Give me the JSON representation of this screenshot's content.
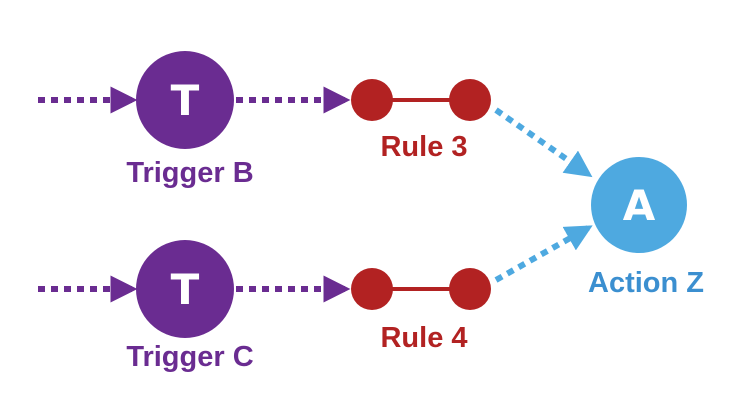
{
  "colors": {
    "trigger": "#6a2c91",
    "rule": "#b22222",
    "action": "#4ea9e0",
    "action_label": "#3b8fd0",
    "glyph": "#ffffff"
  },
  "triggers": [
    {
      "letter": "T",
      "label": "Trigger B"
    },
    {
      "letter": "T",
      "label": "Trigger C"
    }
  ],
  "rules": [
    {
      "label": "Rule 3"
    },
    {
      "label": "Rule 4"
    }
  ],
  "action": {
    "letter": "A",
    "label": "Action Z"
  }
}
